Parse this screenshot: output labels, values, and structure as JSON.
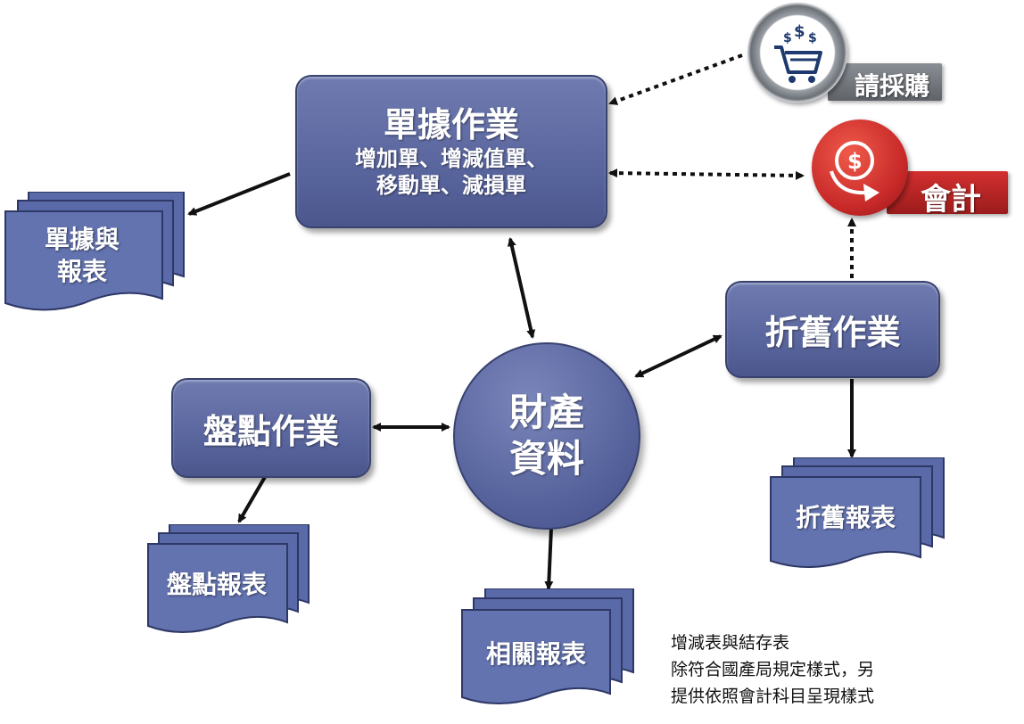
{
  "nodes": {
    "documents_ops": {
      "title": "單據作業",
      "subtitle_line1": "增加單、增減值單、",
      "subtitle_line2": "移動單、減損單"
    },
    "property_data": {
      "line1": "財產",
      "line2": "資料"
    },
    "inventory_ops": {
      "title": "盤點作業"
    },
    "depreciation_ops": {
      "title": "折舊作業"
    }
  },
  "reports": {
    "documents_reports": {
      "line1": "單據與",
      "line2": "報表"
    },
    "inventory_report": {
      "label": "盤點報表"
    },
    "related_reports": {
      "label": "相關報表"
    },
    "depreciation_report": {
      "label": "折舊報表"
    }
  },
  "external": {
    "purchase": {
      "label": "請採購",
      "icon": "shopping-cart-icon"
    },
    "accounting": {
      "label": "會計",
      "icon": "dollar-coin-icon"
    }
  },
  "note": {
    "line1": "增減表與結存表",
    "line2": "除符合國產局規定樣式，另",
    "line3": "提供依照會計科目呈現樣式"
  },
  "colors": {
    "box_fill": "#5d69a1",
    "doc_fill": "#5a6aa8",
    "accounting_red": "#c62828",
    "purchase_gray": "#5f6368"
  }
}
